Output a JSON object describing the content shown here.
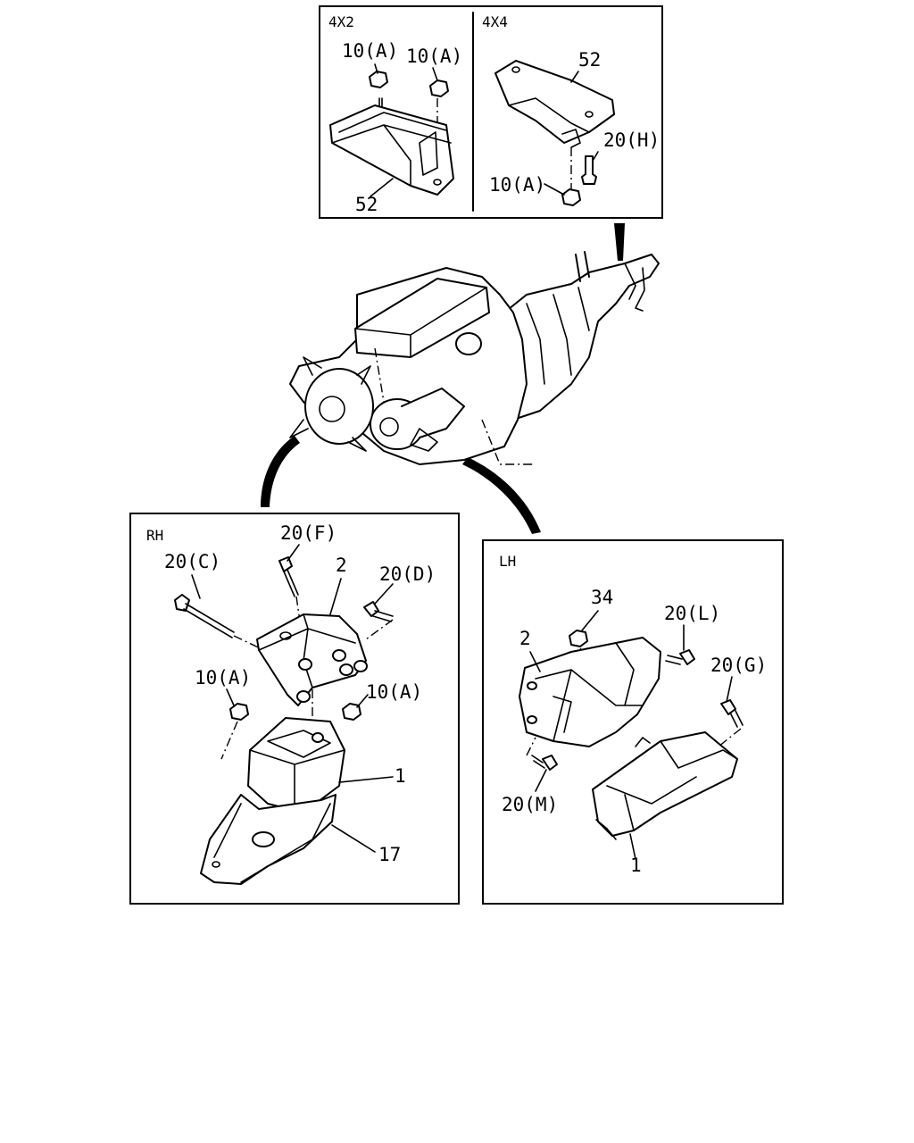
{
  "panels": {
    "top_left": {
      "header": "4X2",
      "labels": [
        "10(A)",
        "10(A)",
        "52"
      ]
    },
    "top_right": {
      "header": "4X4",
      "labels": [
        "52",
        "20(H)",
        "10(A)"
      ]
    },
    "rh": {
      "header": "RH",
      "labels": [
        "20(F)",
        "20(C)",
        "2",
        "20(D)",
        "10(A)",
        "10(A)",
        "1",
        "17"
      ]
    },
    "lh": {
      "header": "LH",
      "labels": [
        "34",
        "20(L)",
        "2",
        "20(G)",
        "20(M)",
        "1"
      ]
    }
  }
}
